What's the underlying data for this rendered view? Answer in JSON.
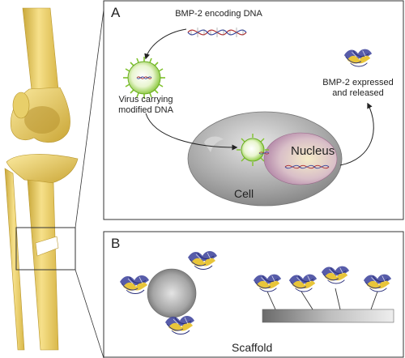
{
  "panel_a": {
    "letter": "A",
    "dna_label": "BMP-2 encoding DNA",
    "virus_label_line1": "Virus carrying",
    "virus_label_line2": "modified DNA",
    "expressed_line1": "BMP-2 expressed",
    "expressed_line2": "and released",
    "nucleus_label": "Nucleus",
    "cell_label": "Cell"
  },
  "panel_b": {
    "letter": "B",
    "scaffold_label": "Scaffold"
  },
  "colors": {
    "bone": "#f0d66a",
    "bone_dark": "#c9a83a",
    "virus": "#8ccc3a",
    "cell": "#9c9c9c",
    "nucleus": "#c9a6c0",
    "protein_blue": "#3a3f9a",
    "protein_yellow": "#e8c53a",
    "dna_red": "#b03030",
    "dna_blue": "#3a4aa0"
  }
}
